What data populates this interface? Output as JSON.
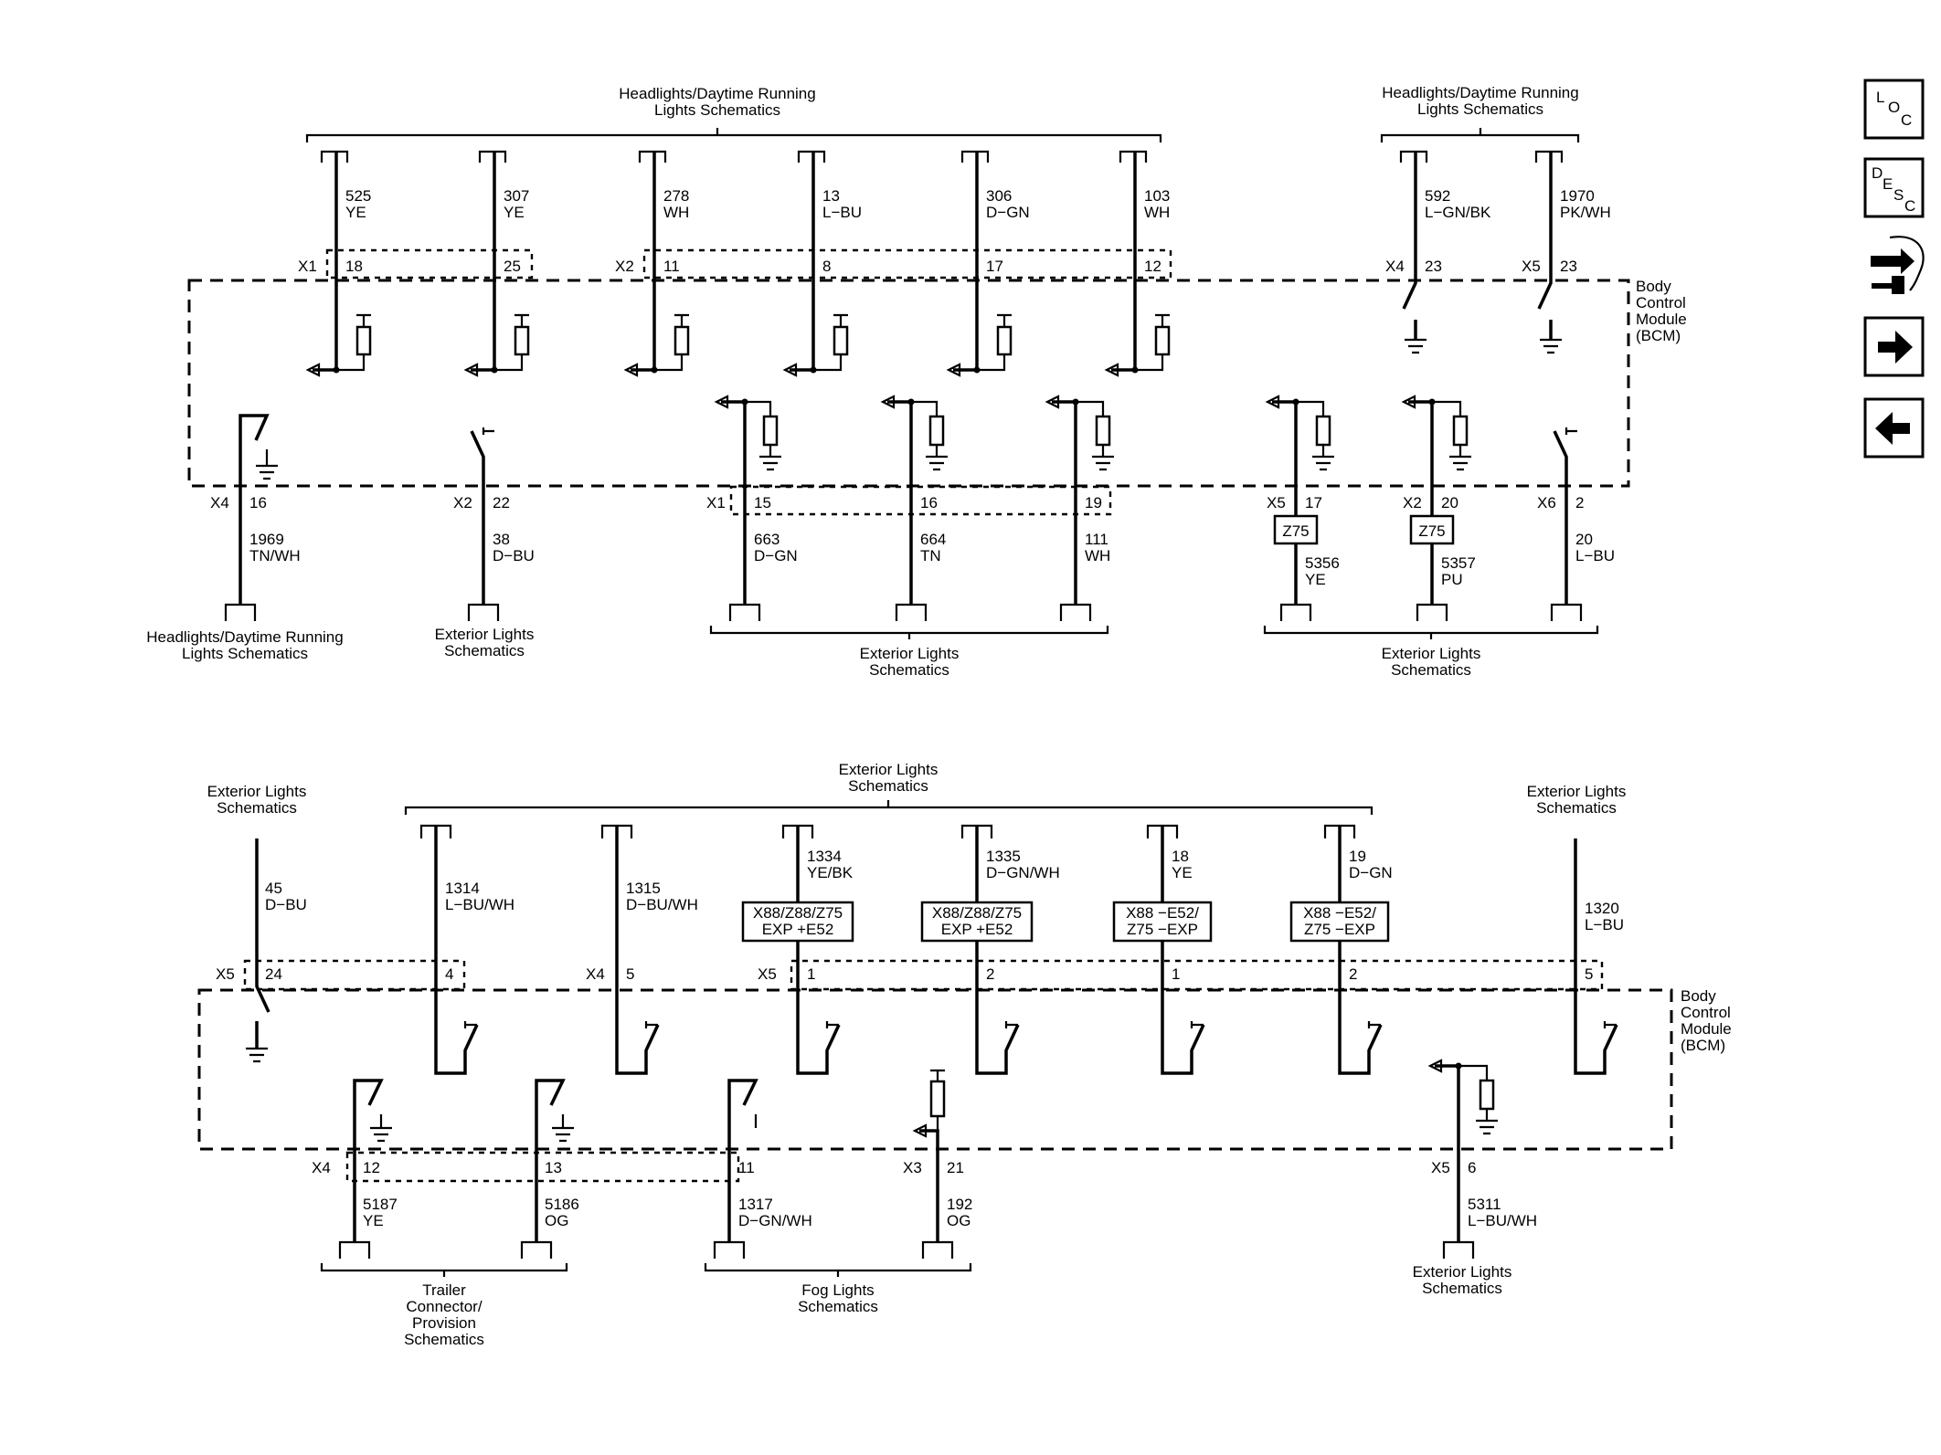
{
  "top": {
    "hdr_left": [
      "Headlights/Daytime Running",
      "Lights Schematics"
    ],
    "hdr_right": [
      "Headlights/Daytime Running",
      "Lights Schematics"
    ],
    "bcm": [
      "Body",
      "Control",
      "Module",
      "(BCM)"
    ],
    "wires_in": [
      {
        "circuit": "525",
        "color": "YE",
        "conn": "X1",
        "pin": "18"
      },
      {
        "circuit": "307",
        "color": "YE",
        "conn": "",
        "pin": "25"
      },
      {
        "circuit": "278",
        "color": "WH",
        "conn": "X2",
        "pin": "11"
      },
      {
        "circuit": "13",
        "color": "L−BU",
        "conn": "",
        "pin": "8"
      },
      {
        "circuit": "306",
        "color": "D−GN",
        "conn": "",
        "pin": "17"
      },
      {
        "circuit": "103",
        "color": "WH",
        "conn": "",
        "pin": "12"
      },
      {
        "circuit": "592",
        "color": "L−GN/BK",
        "conn": "X4",
        "pin": "23"
      },
      {
        "circuit": "1970",
        "color": "PK/WH",
        "conn": "X5",
        "pin": "23"
      }
    ],
    "wires_out": [
      {
        "circuit": "1969",
        "color": "TN/WH",
        "conn": "X4",
        "pin": "16"
      },
      {
        "circuit": "38",
        "color": "D−BU",
        "conn": "X2",
        "pin": "22"
      },
      {
        "circuit": "663",
        "color": "D−GN",
        "conn": "X1",
        "pin": "15"
      },
      {
        "circuit": "664",
        "color": "TN",
        "conn": "",
        "pin": "16"
      },
      {
        "circuit": "111",
        "color": "WH",
        "conn": "",
        "pin": "19"
      },
      {
        "circuit": "5356",
        "color": "YE",
        "conn": "X5",
        "pin": "17"
      },
      {
        "circuit": "5357",
        "color": "PU",
        "conn": "X2",
        "pin": "20"
      },
      {
        "circuit": "20",
        "color": "L−BU",
        "conn": "X6",
        "pin": "2"
      }
    ],
    "option_label": "Z75",
    "dest_headlights": [
      "Headlights/Daytime Running",
      "Lights Schematics"
    ],
    "dest_ext_a": [
      "Exterior Lights",
      "Schematics"
    ],
    "dest_ext_b": [
      "Exterior Lights",
      "Schematics"
    ],
    "dest_ext_c": [
      "Exterior Lights",
      "Schematics"
    ]
  },
  "bottom": {
    "src_left": [
      "Exterior Lights",
      "Schematics"
    ],
    "hdr_mid": [
      "Exterior Lights",
      "Schematics"
    ],
    "src_right": [
      "Exterior Lights",
      "Schematics"
    ],
    "bcm": [
      "Body",
      "Control",
      "Module",
      "(BCM)"
    ],
    "wires_in": [
      {
        "circuit": "45",
        "color": "D−BU",
        "conn": "X5",
        "pin": "24"
      },
      {
        "circuit": "1314",
        "color": "L−BU/WH",
        "conn": "",
        "pin": "4"
      },
      {
        "circuit": "1315",
        "color": "D−BU/WH",
        "conn": "X4",
        "pin": "5"
      },
      {
        "circuit": "1334",
        "color": "YE/BK",
        "conn": "X5",
        "pin": "1"
      },
      {
        "circuit": "1335",
        "color": "D−GN/WH",
        "conn": "",
        "pin": "2"
      },
      {
        "circuit": "18",
        "color": "YE",
        "conn": "",
        "pin": "1"
      },
      {
        "circuit": "19",
        "color": "D−GN",
        "conn": "",
        "pin": "2"
      },
      {
        "circuit": "1320",
        "color": "L−BU",
        "conn": "",
        "pin": "5"
      }
    ],
    "option_boxes": [
      [
        "X88/Z88/Z75",
        "EXP +E52"
      ],
      [
        "X88/Z88/Z75",
        "EXP +E52"
      ],
      [
        "X88 −E52/",
        "Z75 −EXP"
      ],
      [
        "X88 −E52/",
        "Z75 −EXP"
      ]
    ],
    "wires_out": [
      {
        "circuit": "5187",
        "color": "YE",
        "conn": "X4",
        "pin": "12"
      },
      {
        "circuit": "5186",
        "color": "OG",
        "conn": "",
        "pin": "13"
      },
      {
        "circuit": "1317",
        "color": "D−GN/WH",
        "conn": "",
        "pin": "11"
      },
      {
        "circuit": "192",
        "color": "OG",
        "conn": "X3",
        "pin": "21"
      },
      {
        "circuit": "5311",
        "color": "L−BU/WH",
        "conn": "X5",
        "pin": "6"
      }
    ],
    "dest_trailer": [
      "Trailer",
      "Connector/",
      "Provision",
      "Schematics"
    ],
    "dest_fog": [
      "Fog Lights",
      "Schematics"
    ],
    "dest_ext": [
      "Exterior Lights",
      "Schematics"
    ]
  },
  "nav": {
    "loc": [
      "L",
      "O",
      "C"
    ],
    "desc": [
      "D",
      "E",
      "S",
      "C"
    ],
    "icons": [
      "connector-icon",
      "next-arrow-icon",
      "previous-arrow-icon"
    ]
  }
}
